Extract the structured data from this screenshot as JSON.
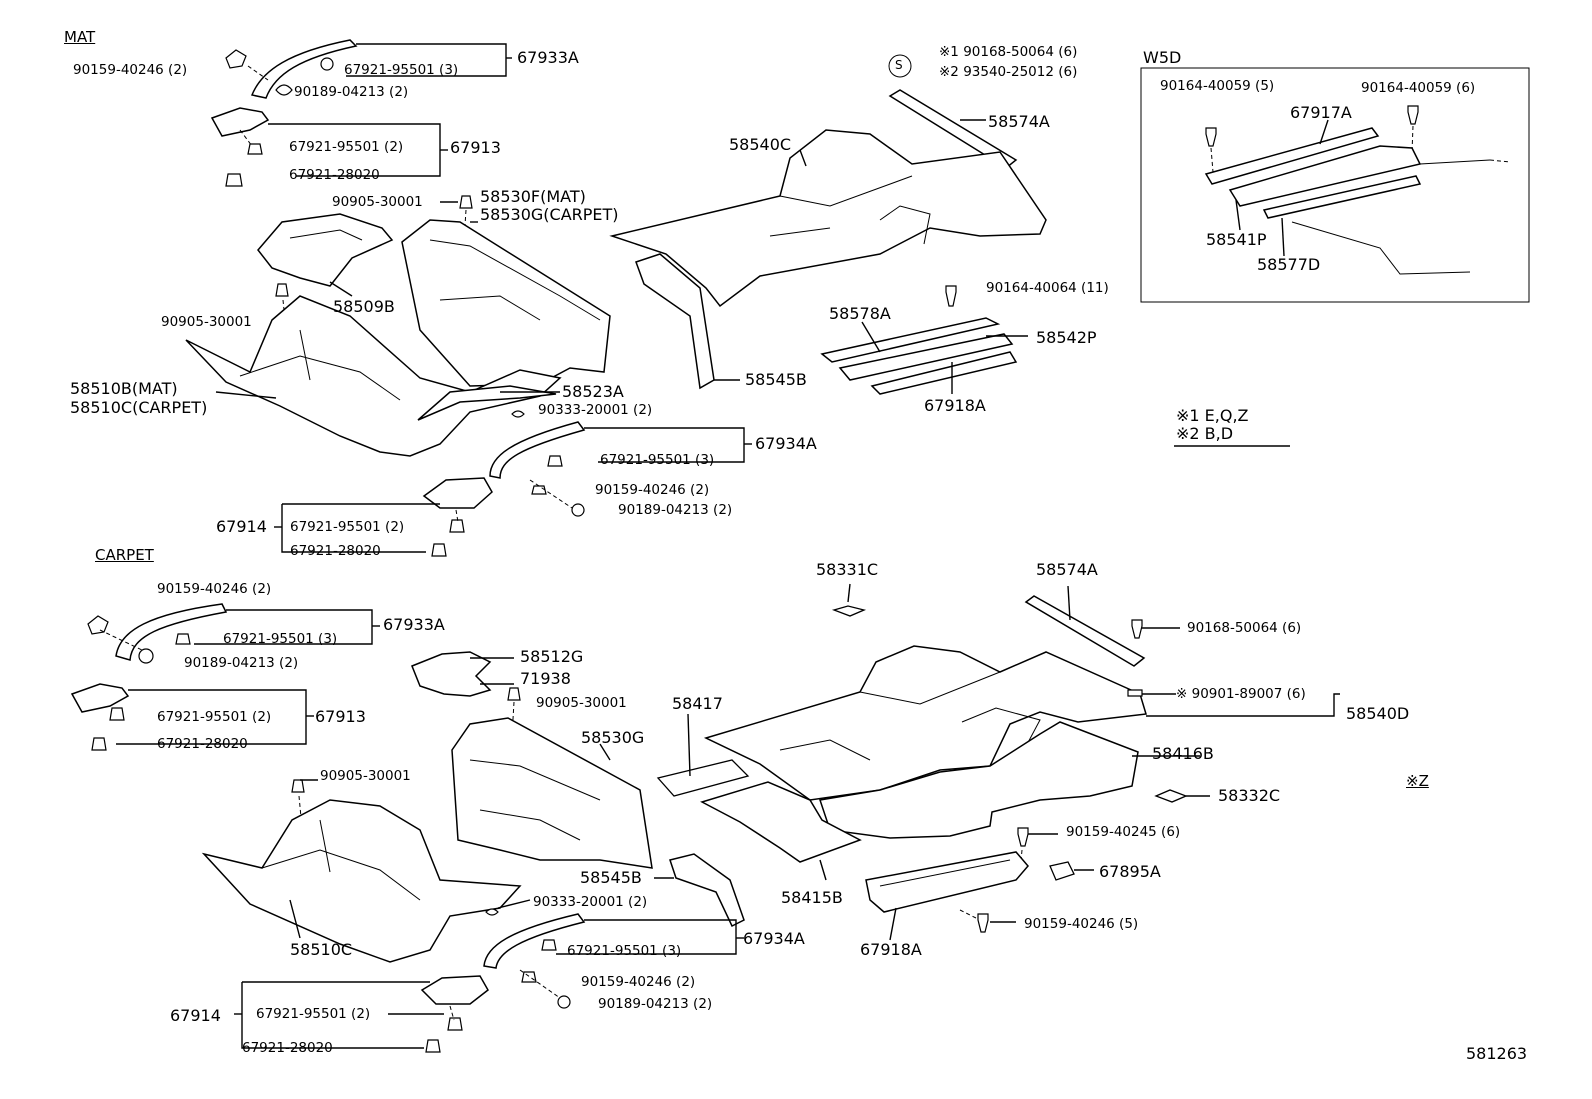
{
  "sections": {
    "mat": "MAT",
    "carpet": "CARPET",
    "w5d": "W5D",
    "z_note": "※Z",
    "diagram_id": "581263"
  },
  "notes": {
    "n1": "※1  E,Q,Z",
    "n2": "※2  B,D",
    "s1": "※1  90168-50064 (6)",
    "s2": "※2  93540-25012 (6)",
    "s_symbol": "S"
  },
  "mat_group": {
    "a1": "90159-40246 (2)",
    "a2": "67921-95501 (3)",
    "a3": "67933A",
    "a4": "90189-04213 (2)",
    "b1": "67921-95501 (2)",
    "b2": "67913",
    "b3": "67921-28020",
    "c1": "90905-30001",
    "c2": "58530F(MAT)",
    "c3": "58530G(CARPET)",
    "c4": "58509B",
    "c5": "90905-30001",
    "c6": "58510B(MAT)",
    "c7": "58510C(CARPET)",
    "c8": "58523A",
    "c9": "90333-20001 (2)",
    "d1": "67934A",
    "d2": "67921-95501 (3)",
    "d3": "90159-40246 (2)",
    "d4": "90189-04213 (2)",
    "e1": "67914",
    "e2": "67921-95501 (2)",
    "e3": "67921-28020"
  },
  "upper_center": {
    "p1": "58574A",
    "p2": "58540C",
    "p3": "90164-40064 (11)",
    "p4": "58578A",
    "p5": "58542P",
    "p6": "67918A",
    "p7": "58545B"
  },
  "w5d_box": {
    "w1": "90164-40059 (5)",
    "w2": "90164-40059 (6)",
    "w3": "67917A",
    "w4": "58541P",
    "w5": "58577D"
  },
  "carpet_group": {
    "a1": "90159-40246 (2)",
    "a2": "67933A",
    "a3": "67921-95501 (3)",
    "a4": "90189-04213 (2)",
    "b1": "67921-95501 (2)",
    "b2": "67913",
    "b3": "67921-28020",
    "c1": "58512G",
    "c2": "71938",
    "c3": "90905-30001",
    "c4": "58530G",
    "c5": "90905-30001",
    "c6": "58545B",
    "c7": "90333-20001 (2)",
    "c8": "58510C",
    "d1": "67934A",
    "d2": "67921-95501 (3)",
    "d3": "90159-40246 (2)",
    "d4": "90189-04213 (2)",
    "e1": "67914",
    "e2": "67921-95501 (2)",
    "e3": "67921-28020"
  },
  "lower_center": {
    "q1": "58331C",
    "q2": "58574A",
    "q3": "90168-50064 (6)",
    "q4": "※ 90901-89007 (6)",
    "q5": "58540D",
    "q6": "58417",
    "q7": "58416B",
    "q8": "58332C",
    "q9": "90159-40245 (6)",
    "q10": "58415B",
    "q11": "67895A",
    "q12": "67918A",
    "q13": "90159-40246 (5)"
  }
}
